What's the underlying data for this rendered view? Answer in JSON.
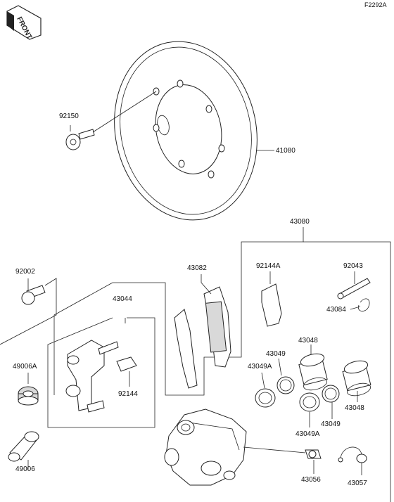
{
  "figure_code": "F2292A",
  "front_marker": "FRONT",
  "parts": {
    "bolt_disc": "92150",
    "disc": "41080",
    "caliper_assy": "43080",
    "pad_set": "43082",
    "bracket_holder": "43044",
    "spring_pad": "92144A",
    "pin": "92043",
    "clip": "43084",
    "bolt_caliper": "92002",
    "boot_a": "49006A",
    "spring": "92144",
    "piston_a": "43048",
    "seal_piston": "43049",
    "seal_dust": "43049A",
    "piston_b": "43048",
    "seal_piston_b": "43049",
    "seal_dust_b": "43049A",
    "boot": "49006",
    "bleeder": "43056",
    "cap": "43057"
  }
}
